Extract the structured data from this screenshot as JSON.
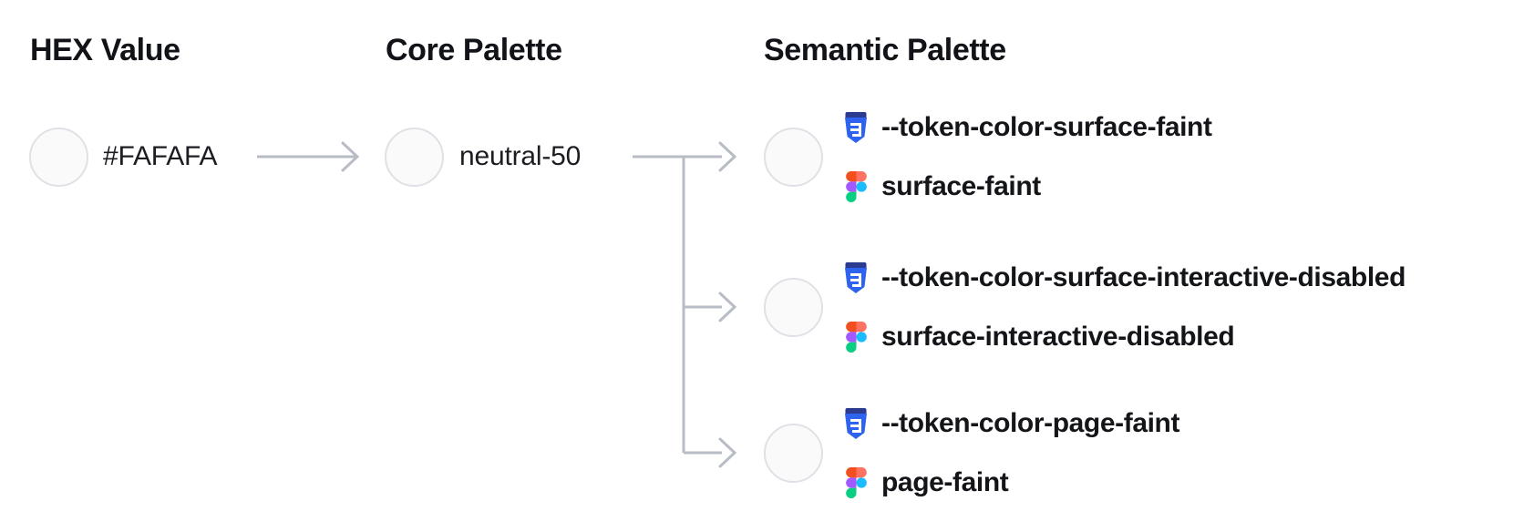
{
  "headers": {
    "hex": "HEX Value",
    "core": "Core Palette",
    "semantic": "Semantic Palette"
  },
  "hex": {
    "value": "#FAFAFA",
    "swatch_color": "#FAFAFA"
  },
  "core": {
    "name": "neutral-50",
    "swatch_color": "#FAFAFA"
  },
  "semantic_tokens": [
    {
      "css_var": "--token-color-surface-faint",
      "figma_name": "surface-faint",
      "swatch_color": "#FAFAFA"
    },
    {
      "css_var": "--token-color-surface-interactive-disabled",
      "figma_name": "surface-interactive-disabled",
      "swatch_color": "#FAFAFA"
    },
    {
      "css_var": "--token-color-page-faint",
      "figma_name": "page-faint",
      "swatch_color": "#FAFAFA"
    }
  ],
  "icons": {
    "css": "css3-badge-icon",
    "figma": "figma-logo-icon"
  },
  "colors": {
    "connector": "#B8BCC5",
    "swatch_fill": "#FAFAFA",
    "swatch_border": "#DFE1E6",
    "text": "#16181D"
  }
}
